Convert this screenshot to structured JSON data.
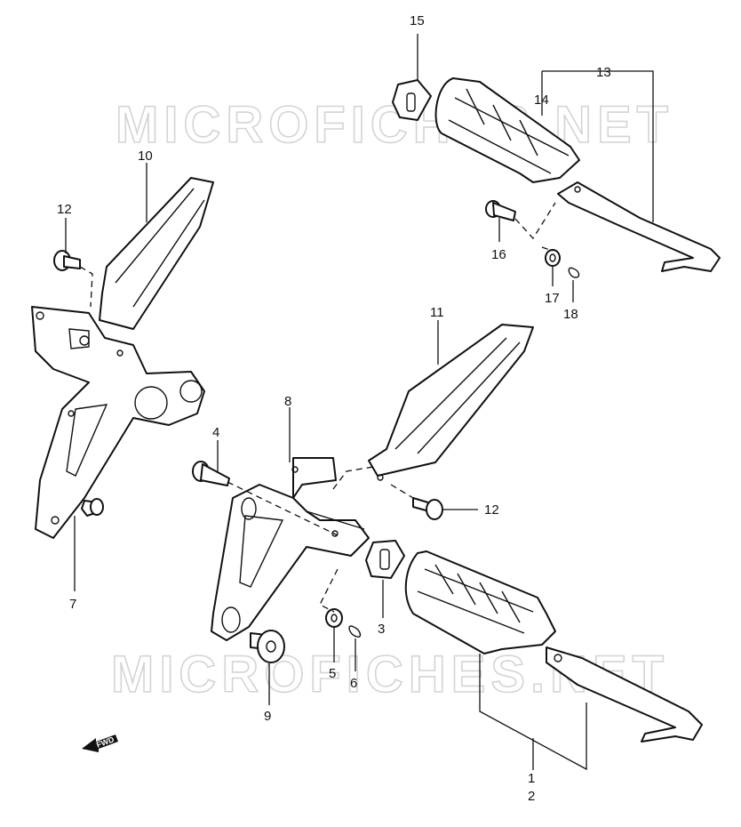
{
  "watermark": {
    "top": "MICROFICHES.NET",
    "bottom": "MICROFICHES.NET"
  },
  "direction_badge": "FWD",
  "callouts": {
    "c1": "1",
    "c2": "2",
    "c3": "3",
    "c4": "4",
    "c5": "5",
    "c6": "6",
    "c7": "7",
    "c8": "8",
    "c9": "9",
    "c10": "10",
    "c11": "11",
    "c12a": "12",
    "c12b": "12",
    "c13": "13",
    "c14": "14",
    "c15": "15",
    "c16": "16",
    "c17": "17",
    "c18": "18"
  }
}
